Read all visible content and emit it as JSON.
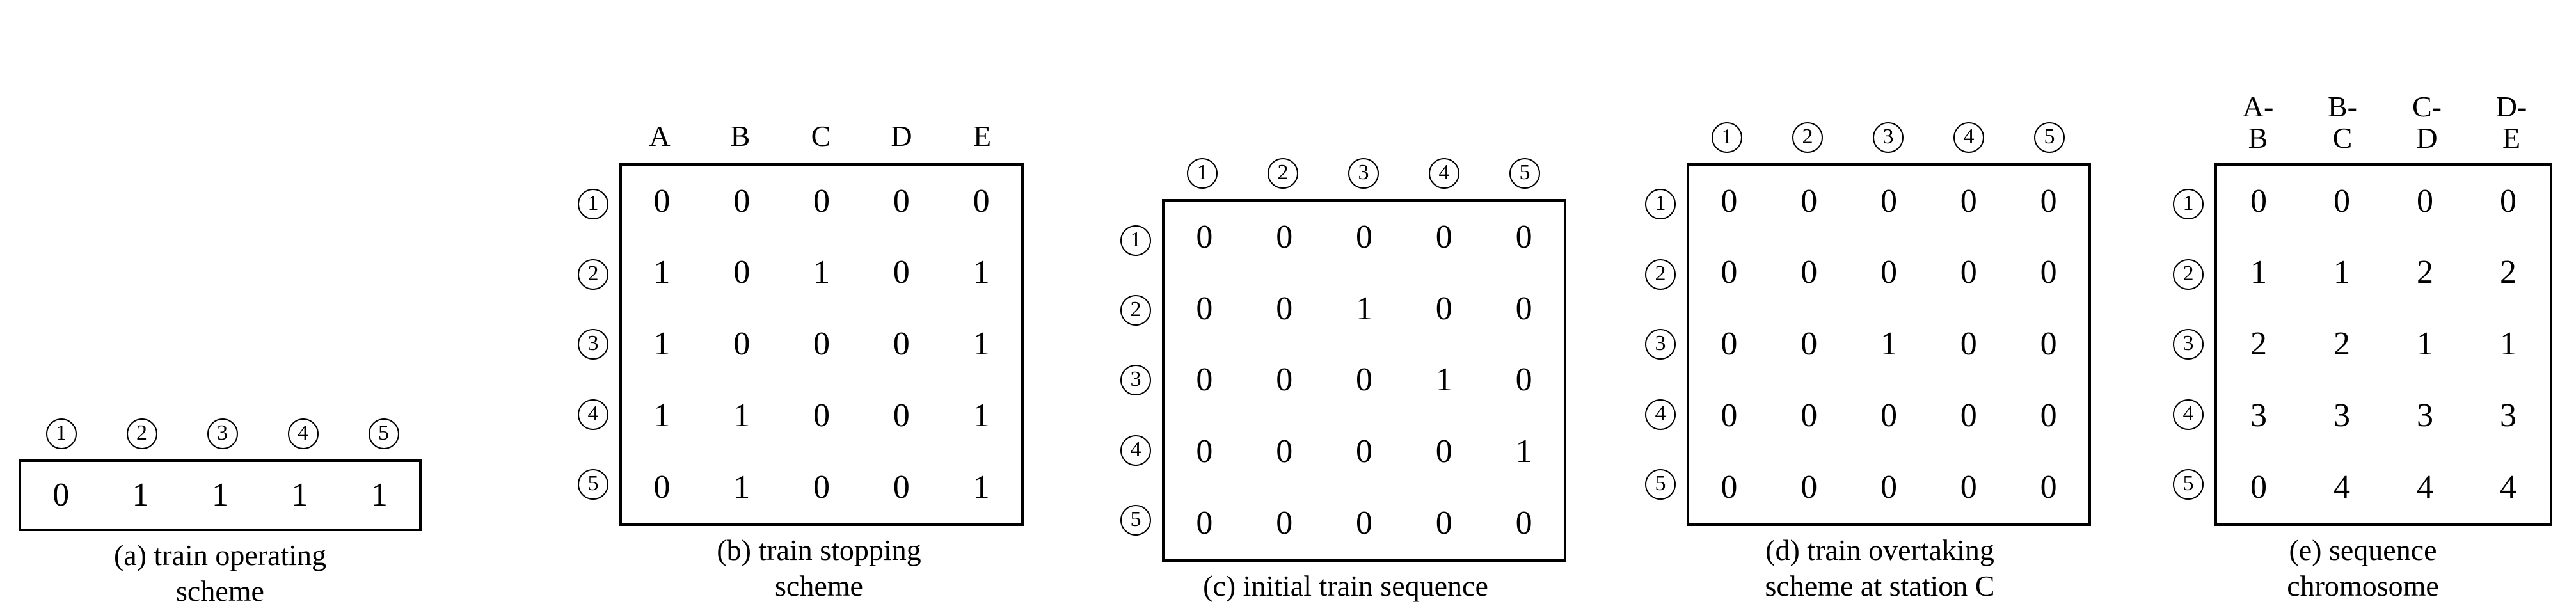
{
  "figure": {
    "background": "#ffffff",
    "foreground": "#000000"
  },
  "panels": {
    "a": {
      "caption": "(a) train operating\nscheme",
      "col_headers": [
        "1",
        "2",
        "3",
        "4",
        "5"
      ],
      "col_header_style": "circled",
      "row_labels": [],
      "rows": [
        {
          "values": [
            "0",
            "1",
            "1",
            "1",
            "1"
          ]
        }
      ]
    },
    "b": {
      "caption": "(b) train stopping\nscheme",
      "col_headers": [
        "A",
        "B",
        "C",
        "D",
        "E"
      ],
      "col_header_style": "plain",
      "row_labels": [
        "1",
        "2",
        "3",
        "4",
        "5"
      ],
      "rows": [
        {
          "values": [
            "0",
            "0",
            "0",
            "0",
            "0"
          ]
        },
        {
          "values": [
            "1",
            "0",
            "1",
            "0",
            "1"
          ]
        },
        {
          "values": [
            "1",
            "0",
            "0",
            "0",
            "1"
          ]
        },
        {
          "values": [
            "1",
            "1",
            "0",
            "0",
            "1"
          ]
        },
        {
          "values": [
            "0",
            "1",
            "0",
            "0",
            "1"
          ]
        }
      ]
    },
    "c": {
      "caption": "(c) initial train sequence",
      "col_headers": [
        "1",
        "2",
        "3",
        "4",
        "5"
      ],
      "col_header_style": "circled",
      "row_labels": [
        "1",
        "2",
        "3",
        "4",
        "5"
      ],
      "rows": [
        {
          "values": [
            "0",
            "0",
            "0",
            "0",
            "0"
          ]
        },
        {
          "values": [
            "0",
            "0",
            "1",
            "0",
            "0"
          ]
        },
        {
          "values": [
            "0",
            "0",
            "0",
            "1",
            "0"
          ]
        },
        {
          "values": [
            "0",
            "0",
            "0",
            "0",
            "1"
          ]
        },
        {
          "values": [
            "0",
            "0",
            "0",
            "0",
            "0"
          ]
        }
      ]
    },
    "d": {
      "caption": "(d) train overtaking\nscheme at station C",
      "col_headers": [
        "1",
        "2",
        "3",
        "4",
        "5"
      ],
      "col_header_style": "circled",
      "row_labels": [
        "1",
        "2",
        "3",
        "4",
        "5"
      ],
      "rows": [
        {
          "values": [
            "0",
            "0",
            "0",
            "0",
            "0"
          ]
        },
        {
          "values": [
            "0",
            "0",
            "0",
            "0",
            "0"
          ]
        },
        {
          "values": [
            "0",
            "0",
            "1",
            "0",
            "0"
          ]
        },
        {
          "values": [
            "0",
            "0",
            "0",
            "0",
            "0"
          ]
        },
        {
          "values": [
            "0",
            "0",
            "0",
            "0",
            "0"
          ]
        }
      ]
    },
    "e": {
      "caption": "(e) sequence\nchromosome",
      "col_headers": [
        "A-\nB",
        "B-\nC",
        "C-\nD",
        "D-\nE"
      ],
      "col_header_style": "plain-two-line",
      "row_labels": [
        "1",
        "2",
        "3",
        "4",
        "5"
      ],
      "rows": [
        {
          "values": [
            "0",
            "0",
            "0",
            "0"
          ]
        },
        {
          "values": [
            "1",
            "1",
            "2",
            "2"
          ]
        },
        {
          "values": [
            "2",
            "2",
            "1",
            "1"
          ]
        },
        {
          "values": [
            "3",
            "3",
            "3",
            "3"
          ]
        },
        {
          "values": [
            "0",
            "4",
            "4",
            "4"
          ]
        }
      ]
    }
  }
}
